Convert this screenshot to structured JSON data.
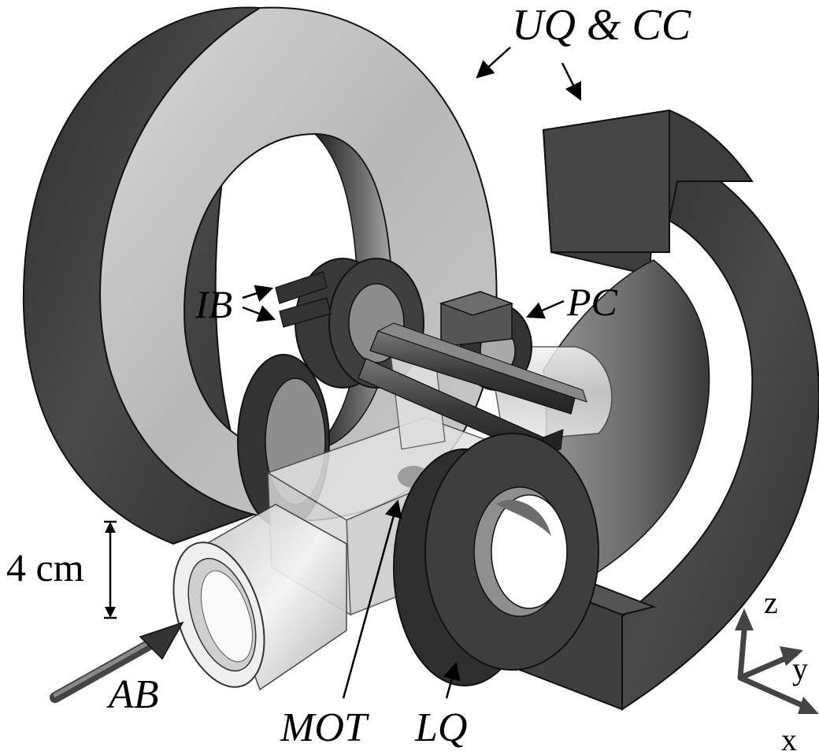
{
  "labels": {
    "uq_cc": "UQ & CC",
    "ib": "IB",
    "pc": "PC",
    "scale": "4 cm",
    "ab": "AB",
    "mot": "MOT",
    "lq": "LQ",
    "axis_z": "z",
    "axis_y": "y",
    "axis_x": "x"
  },
  "colors": {
    "dark_coil": "#3a3a3a",
    "light_face": "#bdbdbd",
    "glass": "#dcdcdc",
    "outline": "#111111"
  }
}
